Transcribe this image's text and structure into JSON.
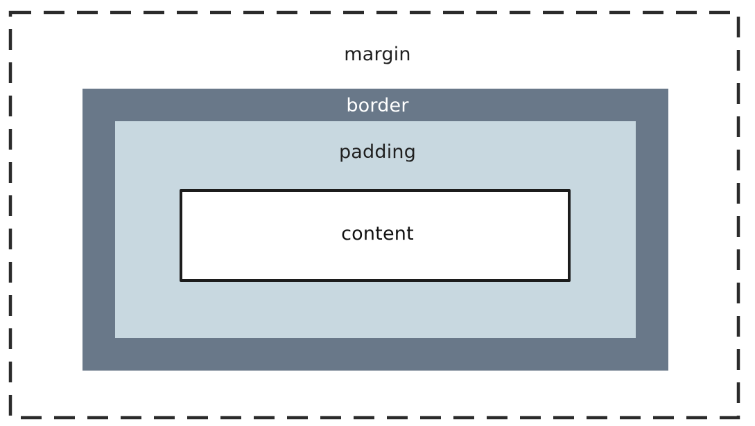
{
  "diagram": {
    "layers": {
      "margin": {
        "label": "margin",
        "style": "dashed-outline",
        "stroke_color": "#2b2b2b"
      },
      "border": {
        "label": "border",
        "fill_color": "#697889",
        "label_color": "#ffffff"
      },
      "padding": {
        "label": "padding",
        "fill_color": "#c8d8e0"
      },
      "content": {
        "label": "content",
        "fill_color": "#ffffff",
        "stroke_color": "#1c1c1c"
      }
    }
  }
}
